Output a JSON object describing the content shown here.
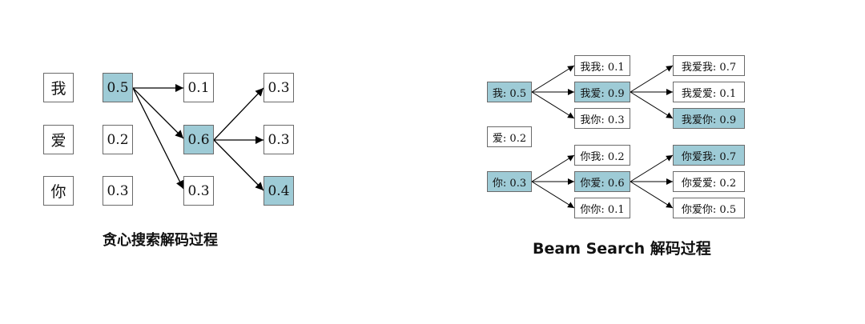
{
  "greedy": {
    "caption": "贪心搜索解码过程",
    "tokens": [
      "我",
      "爱",
      "你"
    ],
    "step1": [
      "0.5",
      "0.2",
      "0.3"
    ],
    "step2": [
      "0.1",
      "0.6",
      "0.3"
    ],
    "step3": [
      "0.3",
      "0.3",
      "0.4"
    ],
    "selected": {
      "step1": 0,
      "step2": 1,
      "step3": 2
    }
  },
  "beam": {
    "caption": "Beam Search 解码过程",
    "step1": [
      "我: 0.5",
      "爱: 0.2",
      "你: 0.3"
    ],
    "step2_from_wo": [
      "我我: 0.1",
      "我爱: 0.9",
      "我你: 0.3"
    ],
    "step3_from_woai": [
      "我爱我: 0.7",
      "我爱爱: 0.1",
      "我爱你: 0.9"
    ],
    "step2_from_ni": [
      "你我: 0.2",
      "你爱: 0.6",
      "你你: 0.1"
    ],
    "step3_from_niai": [
      "你爱我: 0.7",
      "你爱爱: 0.2",
      "你爱你: 0.5"
    ]
  },
  "colors": {
    "highlight": "#9ecbd6",
    "border": "#6b6b6b",
    "arrow": "#000000"
  }
}
